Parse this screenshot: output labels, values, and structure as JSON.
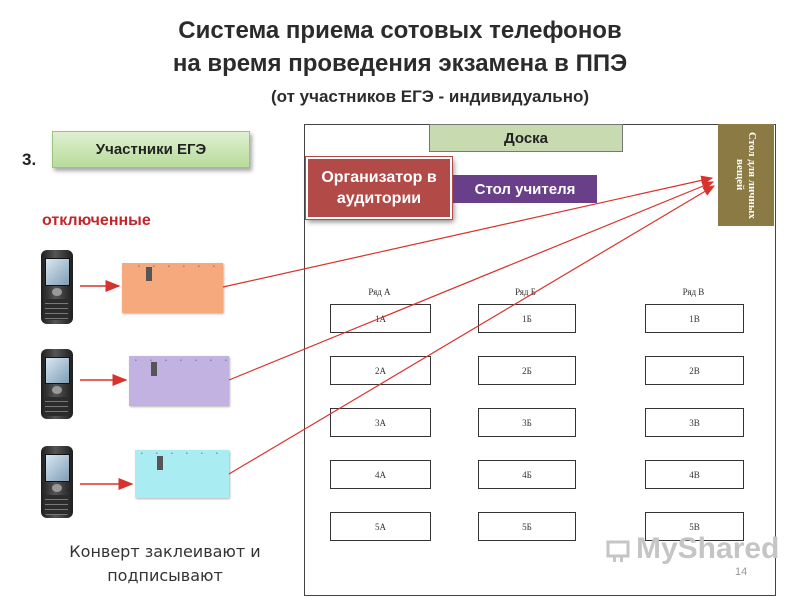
{
  "title": {
    "line1": "Система приема сотовых телефонов",
    "line2": "на время проведения экзамена в ППЭ",
    "subtitle": "(от участников ЕГЭ - индивидуально)"
  },
  "step_number": "3.",
  "participants_label": "Участники ЕГЭ",
  "disabled_label": "отключенные",
  "caption": {
    "line1": "Конверт заклеивают и",
    "line2": "подписывают"
  },
  "room": {
    "board": "Доска",
    "organizer": "Организатор в аудитории",
    "teacher_desk": "Стол учителя",
    "personal_items_desk": "Стол для личных вещей",
    "rows": [
      {
        "header": "Ряд А",
        "seats": [
          "1А",
          "2А",
          "3А",
          "4А",
          "5А"
        ]
      },
      {
        "header": "Ряд Б",
        "seats": [
          "1Б",
          "2Б",
          "3Б",
          "4Б",
          "5Б"
        ]
      },
      {
        "header": "Ряд В",
        "seats": [
          "1В",
          "2В",
          "3В",
          "4В",
          "5В"
        ]
      }
    ]
  },
  "envelope_colors": [
    "#f6a97c",
    "#c2b2e2",
    "#a9ecf2"
  ],
  "arrow_color": "#d8322d",
  "watermark": "MyShared",
  "page_number": "14"
}
